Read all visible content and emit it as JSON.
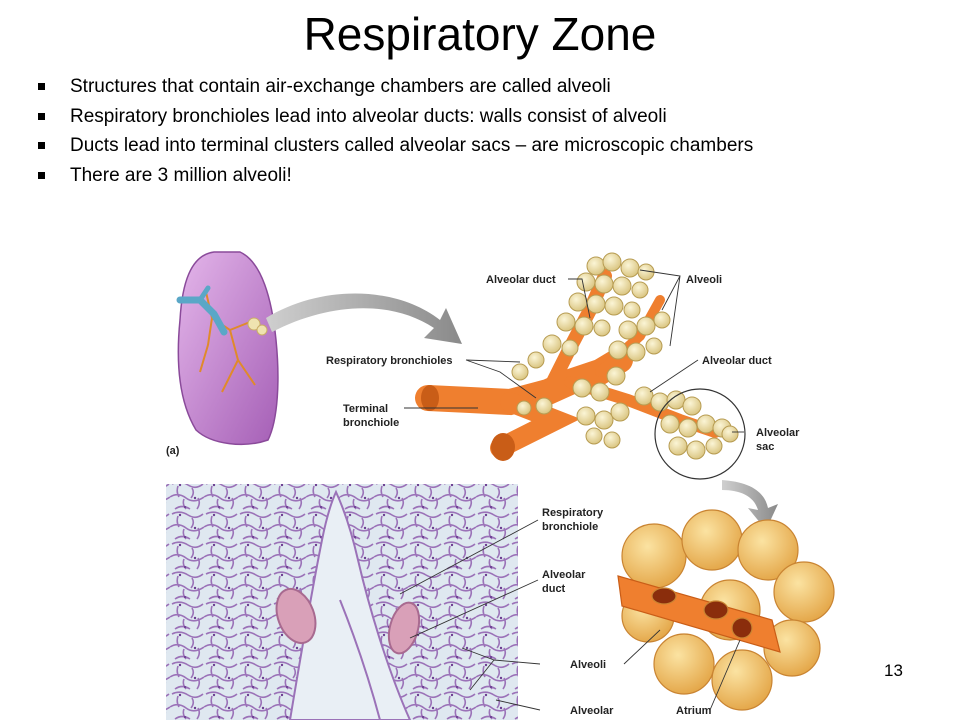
{
  "slide": {
    "title": "Respiratory Zone",
    "bullets": [
      "Structures that contain air-exchange chambers are called alveoli",
      "Respiratory bronchioles lead into alveolar ducts: walls consist of alveoli",
      "Ducts lead into terminal clusters called alveolar sacs – are microscopic chambers",
      "There are 3 million alveoli!"
    ],
    "page_number": "13"
  },
  "figure": {
    "panel_a_tag": "(a)",
    "labels": {
      "alveolar_duct_top": "Alveolar duct",
      "alveoli_top": "Alveoli",
      "respiratory_bronchioles": "Respiratory bronchioles",
      "alveolar_duct_right": "Alveolar duct",
      "terminal_line1": "Terminal",
      "terminal_line2": "bronchiole",
      "sac_line1": "Alveolar",
      "sac_line2": "sac",
      "micro_resp_line1": "Respiratory",
      "micro_resp_line2": "bronchiole",
      "micro_duct_line1": "Alveolar",
      "micro_duct_line2": "duct",
      "micro_alveoli": "Alveoli",
      "micro_alveolar": "Alveolar",
      "atrium": "Atrium"
    }
  },
  "colors": {
    "bronchiole": "#ef7f2f",
    "alveolus": "#efe3b0",
    "lung": "#c98bd6",
    "histology_bg": "#dde7ef",
    "histology_tissue": "#9a6fb4"
  }
}
